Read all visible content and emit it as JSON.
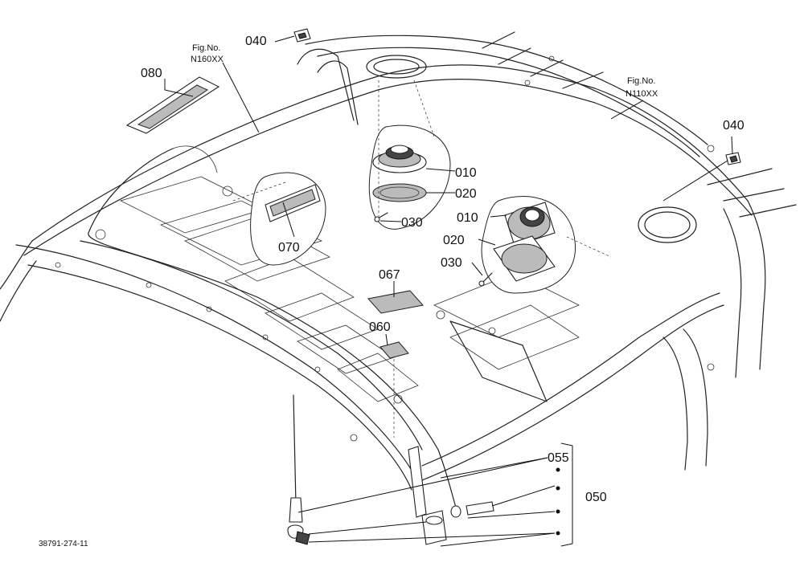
{
  "diagram": {
    "doc_id": "38791-274-11",
    "fig_refs": [
      {
        "line1": "Fig.No.",
        "line2": "N160XX"
      },
      {
        "line1": "Fig.No.",
        "line2": "N110XX"
      }
    ],
    "callouts": {
      "c040_left": "040",
      "c040_right": "040",
      "c080": "080",
      "c010_upper": "010",
      "c020_upper": "020",
      "c030_upper": "030",
      "c070": "070",
      "c010_lower": "010",
      "c020_lower": "020",
      "c030_lower": "030",
      "c067": "067",
      "c060": "060",
      "c055": "055",
      "c050": "050"
    }
  }
}
